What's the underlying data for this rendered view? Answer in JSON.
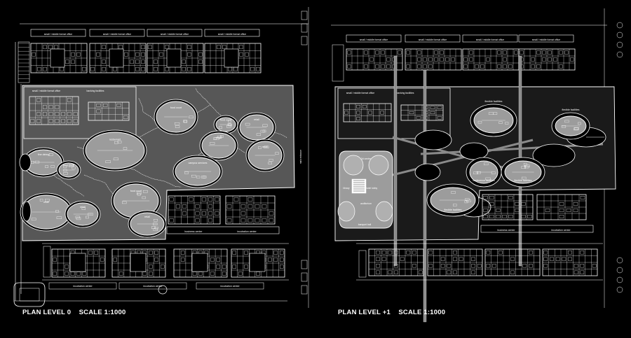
{
  "colors": {
    "background": "#000000",
    "line": "#ffffff",
    "plaza_fill": "#575757",
    "pod_fill": "#9c9c9c",
    "dark_fill": "#1a1a1a"
  },
  "captions": {
    "level0": {
      "plan": "PLAN LEVEL 0",
      "scale": "SCALE 1:1000"
    },
    "level1": {
      "plan": "PLAN LEVEL +1",
      "scale": "SCALE 1:1000"
    }
  },
  "level0": {
    "top_labels": [
      "small / middle format office",
      "small / middle format office",
      "small / middle format office",
      "small / middle format office"
    ],
    "block_labels": [
      "small / middle format office",
      "banking facilities"
    ],
    "pods": [
      {
        "id": "food-court-n",
        "label": "food court"
      },
      {
        "id": "food-court-e",
        "label": "food court"
      },
      {
        "id": "retail-ne",
        "label": "retail"
      },
      {
        "id": "retail-e",
        "label": "retail"
      },
      {
        "id": "restaurant",
        "label": "restaurant"
      },
      {
        "id": "retail-center",
        "label": "retail"
      },
      {
        "id": "campus-services",
        "label": "campus services"
      },
      {
        "id": "fine-dining",
        "label": "fine dining"
      },
      {
        "id": "food-court-w",
        "label": "food court"
      },
      {
        "id": "retail-w",
        "label": "retail"
      },
      {
        "id": "food-court-s",
        "label": "food court"
      },
      {
        "id": "retail-s",
        "label": "retail"
      },
      {
        "id": "retail-sw",
        "label": "retail"
      }
    ],
    "right_labels": [
      "business center",
      "incubation center"
    ],
    "bottom_labels": [
      "incubation center",
      "incubation center",
      "incubation center"
    ],
    "side_note": "main entrance"
  },
  "level1": {
    "top_labels": [
      "small / middle format office",
      "small / middle format office",
      "small / middle format office",
      "small / middle format office"
    ],
    "block_labels": [
      "small / middle format office",
      "banking facilities"
    ],
    "pods": [
      {
        "id": "flexible-n",
        "label": "flexible facilities"
      },
      {
        "id": "flexible-ne",
        "label": "flexible facilities"
      },
      {
        "id": "conference",
        "label": "conference facilities"
      },
      {
        "id": "flexible-c",
        "label": "flexible facilities"
      },
      {
        "id": "flexible-s",
        "label": "flexible facilities"
      }
    ],
    "cluster_labels": [
      "3d centre",
      "library",
      "hotel lobby",
      "auditorium",
      "banquet hall"
    ],
    "right_labels": [
      "business center",
      "incubation center"
    ]
  }
}
